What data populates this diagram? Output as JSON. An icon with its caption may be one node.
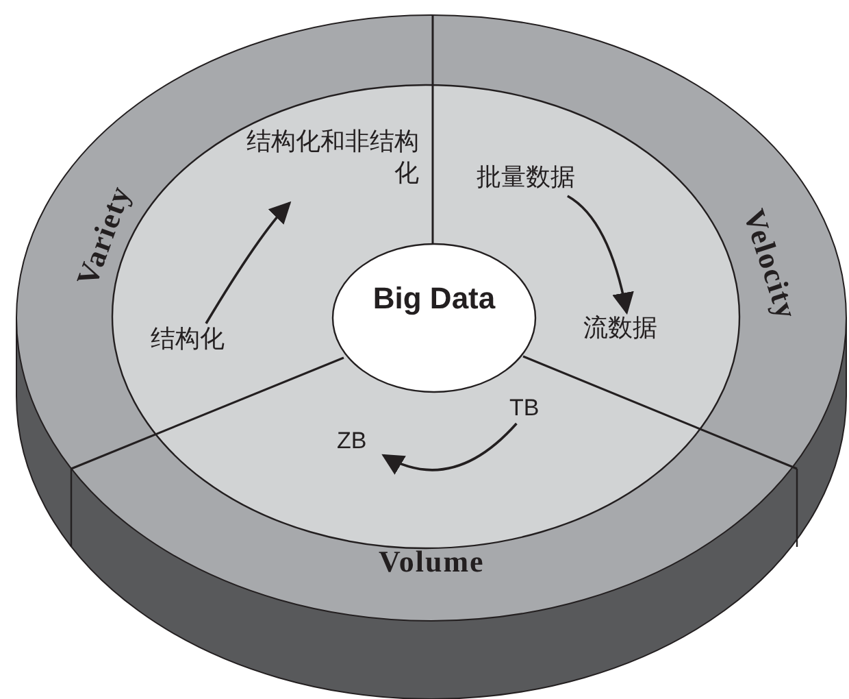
{
  "diagram": {
    "nodes": [
      {
        "text": [
          "Big Data"
        ]
      },
      {
        "text": [
          "结构化和非结构化"
        ]
      },
      {
        "text": [
          "批量数据"
        ]
      },
      {
        "text": [
          "流数据"
        ]
      },
      {
        "text": [
          "结构化"
        ]
      },
      {
        "text": [
          "TB"
        ]
      },
      {
        "text": [
          "ZB"
        ]
      }
    ],
    "edges": [
      {
        "from": 4,
        "to": 1,
        "arrow": "to"
      },
      {
        "from": 2,
        "to": 3,
        "arrow": "to"
      },
      {
        "from": 5,
        "to": 6,
        "arrow": "to"
      }
    ],
    "labels": [
      "Variety",
      "Velocity",
      "Volume"
    ]
  }
}
